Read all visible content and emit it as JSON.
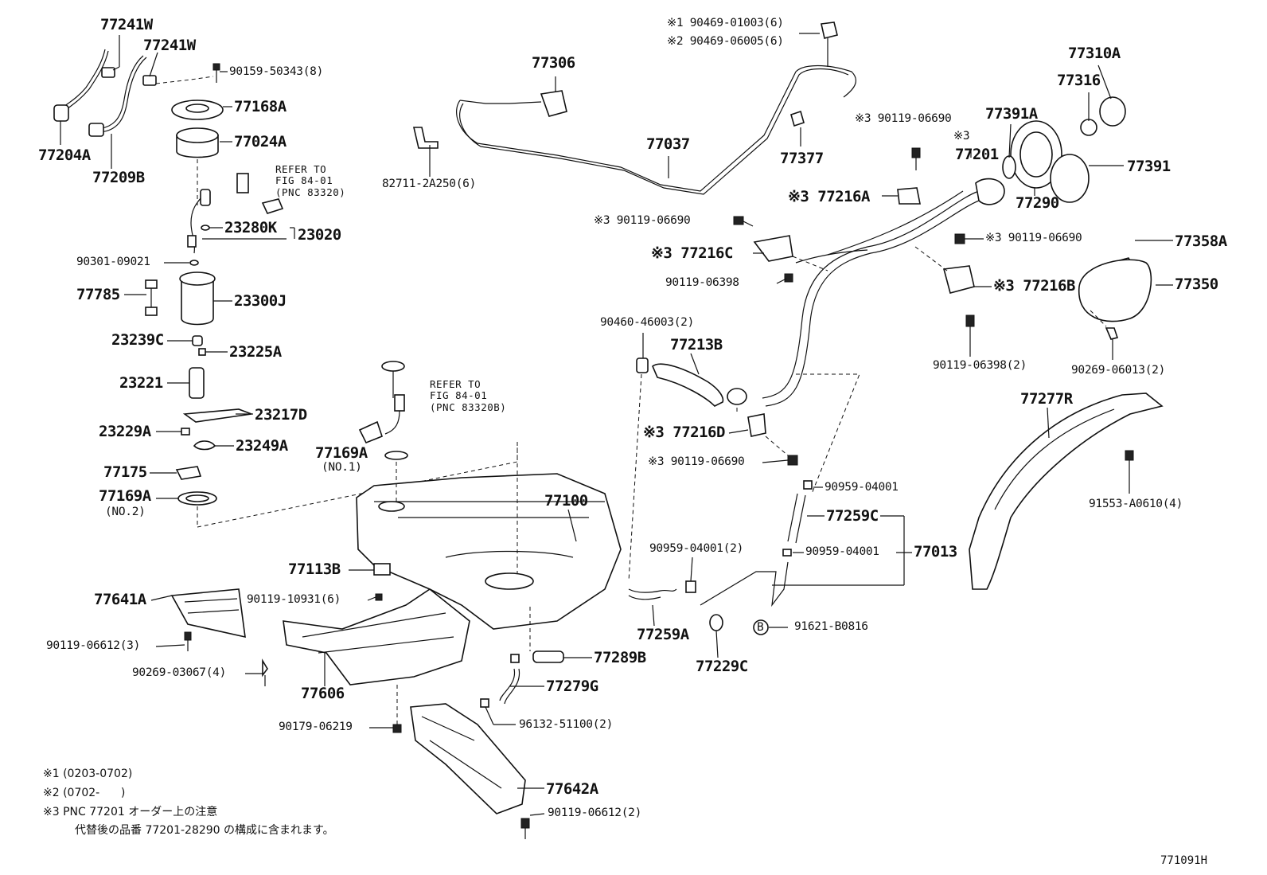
{
  "diagram_id": "771091H",
  "labels": [
    {
      "id": "p77241W_a",
      "text": "77241W"
    },
    {
      "id": "p77241W_b",
      "text": "77241W"
    },
    {
      "id": "p90159",
      "text": "90159-50343(8)"
    },
    {
      "id": "p77168A",
      "text": "77168A"
    },
    {
      "id": "p77024A",
      "text": "77024A"
    },
    {
      "id": "p77204A",
      "text": "77204A"
    },
    {
      "id": "p77209B",
      "text": "77209B"
    },
    {
      "id": "p23280K",
      "text": "23280K"
    },
    {
      "id": "p23020",
      "text": "23020"
    },
    {
      "id": "p90301",
      "text": "90301-09021"
    },
    {
      "id": "p77785",
      "text": "77785"
    },
    {
      "id": "p23300J",
      "text": "23300J"
    },
    {
      "id": "p23239C",
      "text": "23239C"
    },
    {
      "id": "p23225A",
      "text": "23225A"
    },
    {
      "id": "p23221",
      "text": "23221"
    },
    {
      "id": "p23217D",
      "text": "23217D"
    },
    {
      "id": "p23229A",
      "text": "23229A"
    },
    {
      "id": "p23249A",
      "text": "23249A"
    },
    {
      "id": "p77175",
      "text": "77175"
    },
    {
      "id": "p77169A_2",
      "text": "77169A"
    },
    {
      "id": "p77169A_2_no",
      "text": "(NO.2)"
    },
    {
      "id": "p77169A_1",
      "text": "77169A"
    },
    {
      "id": "p77169A_1_no",
      "text": "(NO.1)"
    },
    {
      "id": "p77306",
      "text": "77306"
    },
    {
      "id": "p82711",
      "text": "82711-2A250(6)"
    },
    {
      "id": "p77037",
      "text": "77037"
    },
    {
      "id": "p90469_1",
      "text": "※1 90469-01003(6)"
    },
    {
      "id": "p90469_2",
      "text": "※2 90469-06005(6)"
    },
    {
      "id": "p77377",
      "text": "77377"
    },
    {
      "id": "p90119_06690_a",
      "text": "※3 90119-06690"
    },
    {
      "id": "p77201_mark",
      "text": "※3"
    },
    {
      "id": "p77201",
      "text": "77201"
    },
    {
      "id": "p77391A",
      "text": "77391A"
    },
    {
      "id": "p77310A",
      "text": "77310A"
    },
    {
      "id": "p77316",
      "text": "77316"
    },
    {
      "id": "p77391",
      "text": "77391"
    },
    {
      "id": "p77290",
      "text": "77290"
    },
    {
      "id": "p77216A",
      "text": "※3 77216A"
    },
    {
      "id": "p90119_06690_b",
      "text": "※3 90119-06690"
    },
    {
      "id": "p77216C",
      "text": "※3 77216C"
    },
    {
      "id": "p90119_06398",
      "text": "90119-06398"
    },
    {
      "id": "p90119_06690_c",
      "text": "※3 90119-06690"
    },
    {
      "id": "p77358A",
      "text": "77358A"
    },
    {
      "id": "p77216B",
      "text": "※3 77216B"
    },
    {
      "id": "p77350",
      "text": "77350"
    },
    {
      "id": "p90119_06398_2",
      "text": "90119-06398(2)"
    },
    {
      "id": "p90269_06013",
      "text": "90269-06013(2)"
    },
    {
      "id": "p90460",
      "text": "90460-46003(2)"
    },
    {
      "id": "p77213B",
      "text": "77213B"
    },
    {
      "id": "p77216D",
      "text": "※3 77216D"
    },
    {
      "id": "p90119_06690_d",
      "text": "※3 90119-06690"
    },
    {
      "id": "p77277R",
      "text": "77277R"
    },
    {
      "id": "p91553",
      "text": "91553-A0610(4)"
    },
    {
      "id": "p90959_a",
      "text": "90959-04001"
    },
    {
      "id": "p77259C",
      "text": "77259C"
    },
    {
      "id": "p90959_2",
      "text": "90959-04001(2)"
    },
    {
      "id": "p90959_b",
      "text": "90959-04001"
    },
    {
      "id": "p77013",
      "text": "77013"
    },
    {
      "id": "p77100",
      "text": "77100"
    },
    {
      "id": "p77113B",
      "text": "77113B"
    },
    {
      "id": "p77641A",
      "text": "77641A"
    },
    {
      "id": "p90119_10931",
      "text": "90119-10931(6)"
    },
    {
      "id": "p90119_06612_3",
      "text": "90119-06612(3)"
    },
    {
      "id": "p90269_03067",
      "text": "90269-03067(4)"
    },
    {
      "id": "p77606",
      "text": "77606"
    },
    {
      "id": "p77259A",
      "text": "77259A"
    },
    {
      "id": "p77229C",
      "text": "77229C"
    },
    {
      "id": "p91621",
      "text": "91621-B0816"
    },
    {
      "id": "p77289B",
      "text": "77289B"
    },
    {
      "id": "p77279G",
      "text": "77279G"
    },
    {
      "id": "p96132",
      "text": "96132-51100(2)"
    },
    {
      "id": "p90179",
      "text": "90179-06219"
    },
    {
      "id": "p77642A",
      "text": "77642A"
    },
    {
      "id": "p90119_06612_2",
      "text": "90119-06612(2)"
    }
  ],
  "references": [
    {
      "id": "ref1",
      "lines": [
        "REFER TO",
        "FIG 84-01",
        "(PNC 83320)"
      ]
    },
    {
      "id": "ref2",
      "lines": [
        "REFER TO",
        "FIG 84-01",
        "(PNC 83320B)"
      ]
    }
  ],
  "circled_b": "B",
  "footnotes": {
    "n1": "※1 (0203-0702)",
    "n2": "※2 (0702-      )",
    "n3_line1": "※3 PNC 77201 オーダー上の注意",
    "n3_line2": "代替後の品番 77201-28290 の構成に含まれます。"
  }
}
